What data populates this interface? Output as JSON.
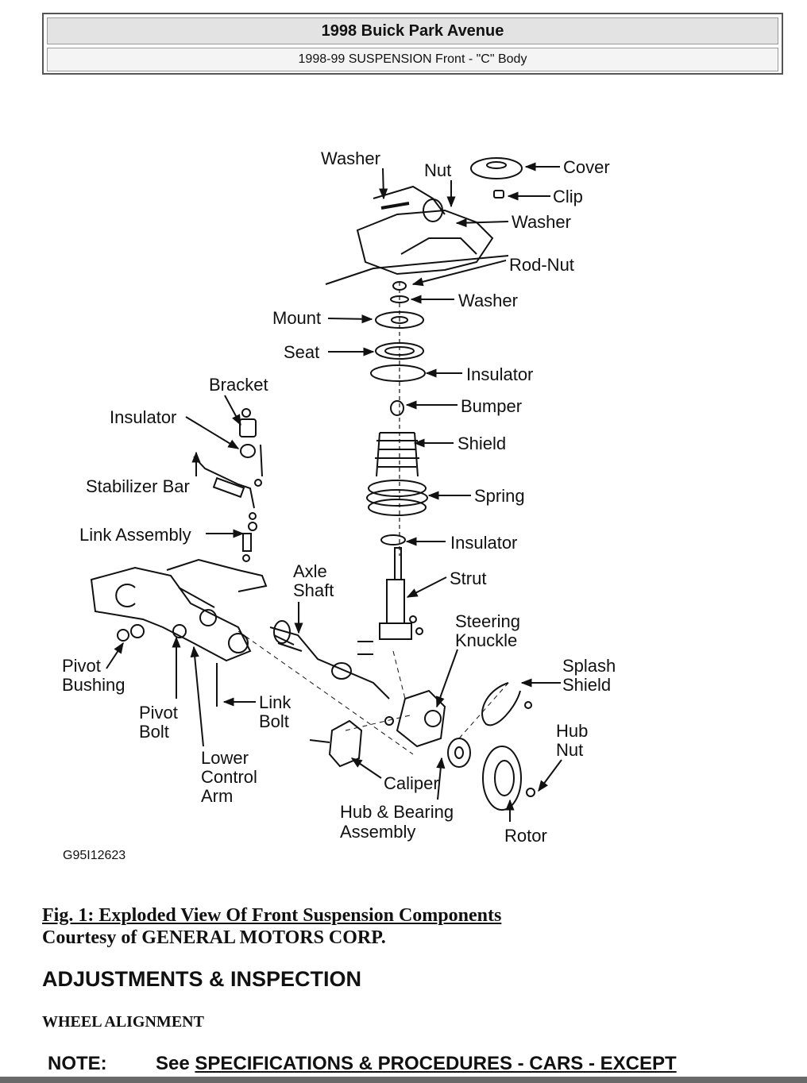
{
  "header": {
    "title": "1998 Buick Park Avenue",
    "subtitle": "1998-99 SUSPENSION Front - \"C\" Body"
  },
  "figure": {
    "code": "G95I12623",
    "labels": {
      "washer_top": "Washer",
      "nut": "Nut",
      "cover": "Cover",
      "clip": "Clip",
      "washer_right": "Washer",
      "rod_nut": "Rod-Nut",
      "washer_mid": "Washer",
      "mount": "Mount",
      "seat": "Seat",
      "insulator_upper": "Insulator",
      "bracket": "Bracket",
      "bumper": "Bumper",
      "insulator_left": "Insulator",
      "shield": "Shield",
      "stabilizer_bar": "Stabilizer Bar",
      "spring": "Spring",
      "link_assembly": "Link Assembly",
      "insulator_lower": "Insulator",
      "axle_line1": "Axle",
      "axle_line2": "Shaft",
      "strut": "Strut",
      "steering_line1": "Steering",
      "steering_line2": "Knuckle",
      "splash_line1": "Splash",
      "splash_line2": "Shield",
      "pivot_bushing_line1": "Pivot",
      "pivot_bushing_line2": "Bushing",
      "link_bolt_line1": "Link",
      "link_bolt_line2": "Bolt",
      "pivot_bolt_line1": "Pivot",
      "pivot_bolt_line2": "Bolt",
      "hub_nut_line1": "Hub",
      "hub_nut_line2": "Nut",
      "lca_line1": "Lower",
      "lca_line2": "Control",
      "lca_line3": "Arm",
      "caliper": "Caliper",
      "hub_line1": "Hub & Bearing",
      "hub_line2": "Assembly",
      "rotor": "Rotor"
    }
  },
  "caption": {
    "title": "Fig. 1: Exploded View Of Front Suspension Components",
    "courtesy": "Courtesy of GENERAL MOTORS CORP."
  },
  "section": {
    "heading": "ADJUSTMENTS & INSPECTION",
    "subheading": "WHEEL ALIGNMENT"
  },
  "note": {
    "label": "NOTE:",
    "text_prefix": "See",
    "link": "SPECIFICATIONS & PROCEDURES - CARS - EXCEPT"
  }
}
